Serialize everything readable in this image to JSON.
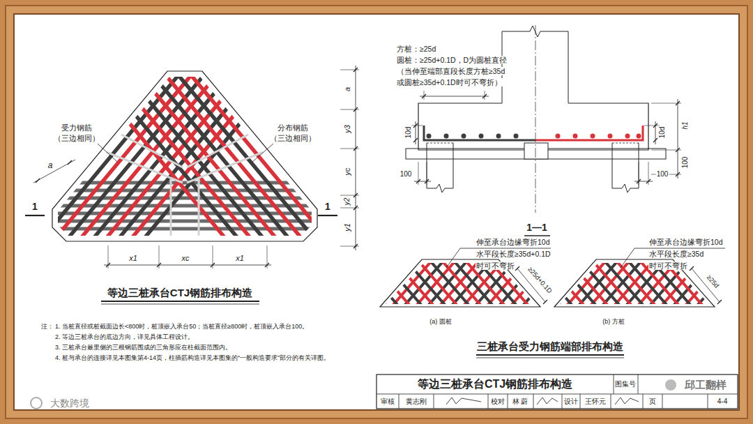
{
  "diagram": {
    "title": "等边三桩承台CTJ钢筋排布构造",
    "labels": [
      "受力钢筋",
      "（三边相同）",
      "分布钢筋",
      "（三边相同）",
      "a",
      "1",
      "1",
      "x1",
      "xc",
      "x1",
      "a",
      "y3",
      "yc",
      "y2",
      "y1",
      "等边三桩承台CTJ钢筋排布构造",
      "方桩：≥25d",
      "圆桩：≥25d+0.1D，D为圆桩直径",
      "（当伸至端部直段长度方桩≥35d",
      "或圆桩≥35d+0.1D时可不弯折）",
      "10d",
      "10d",
      "h1",
      "100",
      "100",
      "100",
      "1—1",
      "伸至承台边缘弯折10d",
      "水平段长度≥35d+0.1D",
      "时可不弯折",
      "伸至承台边缘弯折10d",
      "水平段长度≥35d",
      "时可不弯折",
      "≥25d+0.1D",
      "≥25d",
      "(a) 圆桩",
      "(b) 方桩",
      "三桩承台受力钢筋端部排布构造",
      "注：",
      "1. 当桩直径或桩截面边长<800时，桩顶嵌入承台50；当桩直径≥800时，桩顶嵌入承台100。",
      "2. 等边三桩承台的底边方向，详见具体工程设计。",
      "3. 三桩承台最里侧的三根钢筋围成的三角形应在柱截面范围内。",
      "4. 桩与承台的连接详见本图集第4-14页，柱插筋构造详见本图集的“一般构造要求”部分的有关详图。",
      "邱工翻样",
      "大数跨境",
      "图集号",
      "审核",
      "黄志刚",
      "校对",
      "林 蔚",
      "设计",
      "王怀元",
      "页",
      "4-4"
    ]
  }
}
